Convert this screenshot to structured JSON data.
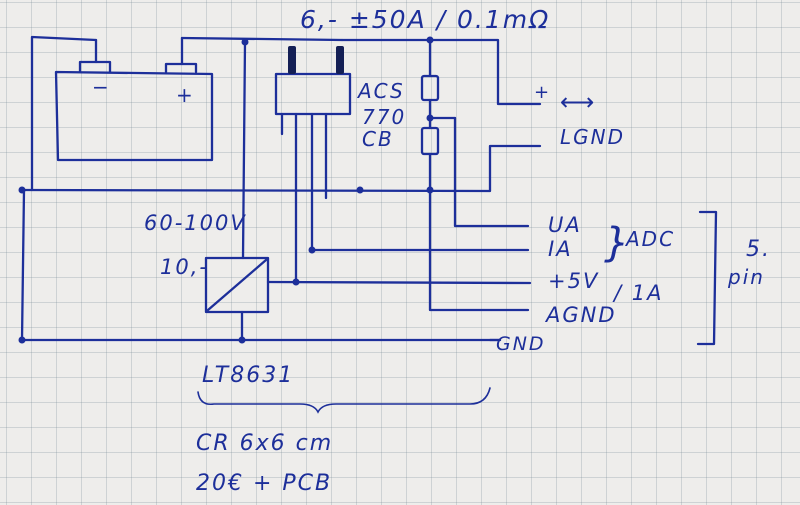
{
  "labels": {
    "shunt": "6,- ±50A / 0.1mΩ",
    "sensor": [
      "ACS",
      "770",
      "CB"
    ],
    "out_plus": "+",
    "arrow": "⟷",
    "lgnd": "LGND",
    "ua": "UA",
    "ia": "IA",
    "adc": "ADC",
    "brace_adc": "}",
    "v5": "+5V",
    "one_a": "/ 1A",
    "agnd": "AGND",
    "gnd": "GND",
    "five": "5.",
    "pin": "pin",
    "vin": "60-100V",
    "price_conv": "10,-",
    "conv_part": "LT8631",
    "size": "CR 6x6 cm",
    "total": "20€ + PCB",
    "batt_minus": "−",
    "batt_plus": "+"
  },
  "colors": {
    "ink": "#1d2f9a",
    "grid": "#9fb0b8",
    "paper": "#eeedeb"
  }
}
